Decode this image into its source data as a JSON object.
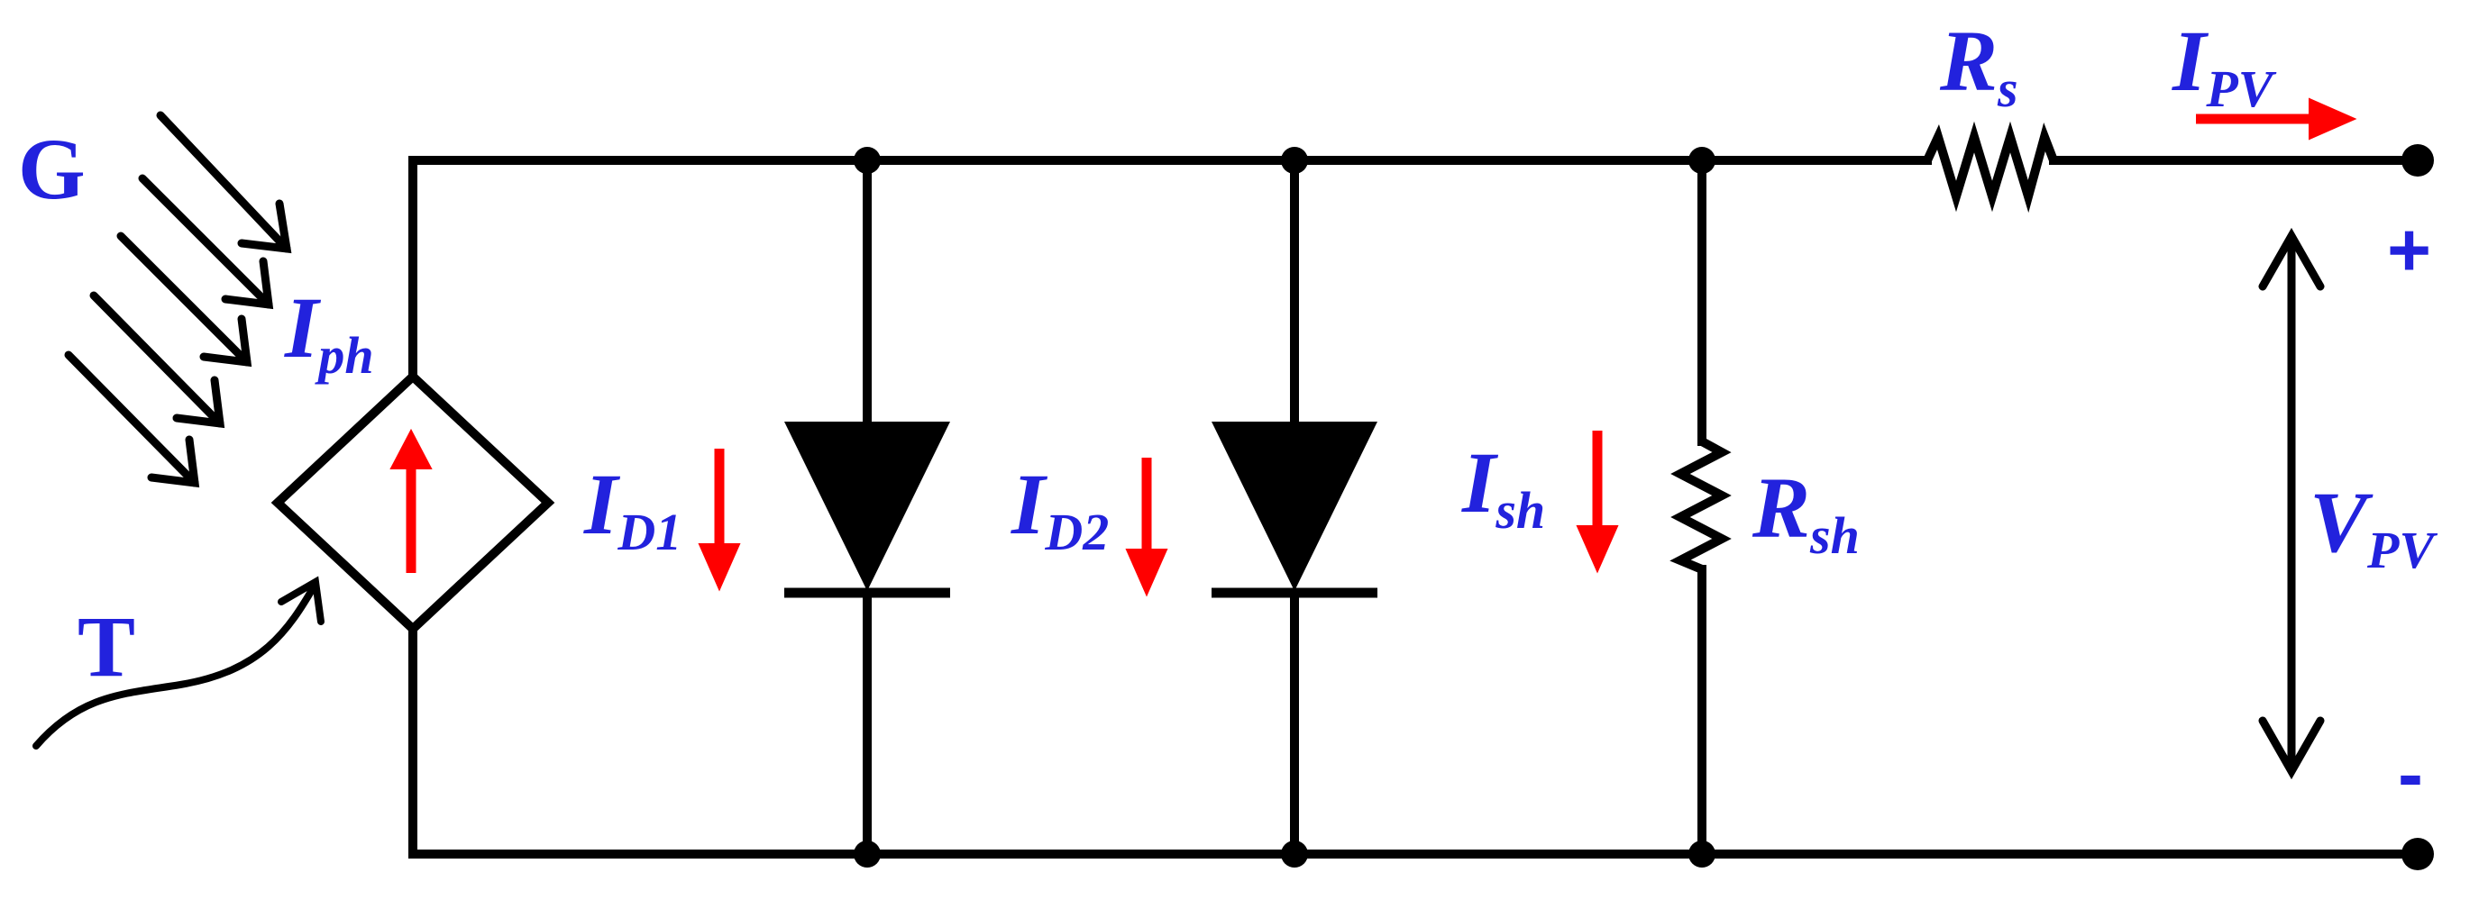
{
  "colors": {
    "wire": "#000000",
    "label": "#2222dd",
    "current_arrow": "#ff0000",
    "background": "#ffffff"
  },
  "labels": {
    "irradiance": "G",
    "temperature": "T",
    "photo_current": {
      "main": "I",
      "sub": "ph"
    },
    "diode1_current": {
      "main": "I",
      "sub": "D1"
    },
    "diode2_current": {
      "main": "I",
      "sub": "D2"
    },
    "shunt_current": {
      "main": "I",
      "sub": "sh"
    },
    "shunt_resistor": {
      "main": "R",
      "sub": "sh"
    },
    "series_resistor": {
      "main": "R",
      "sub": "s"
    },
    "output_current": {
      "main": "I",
      "sub": "PV"
    },
    "output_voltage": {
      "main": "V",
      "sub": "PV"
    },
    "plus": "+",
    "minus": "-"
  },
  "icons": {
    "source": "dependent-current-source-icon",
    "diode": "diode-icon",
    "resistor": "resistor-icon",
    "terminal": "terminal-dot-icon"
  }
}
